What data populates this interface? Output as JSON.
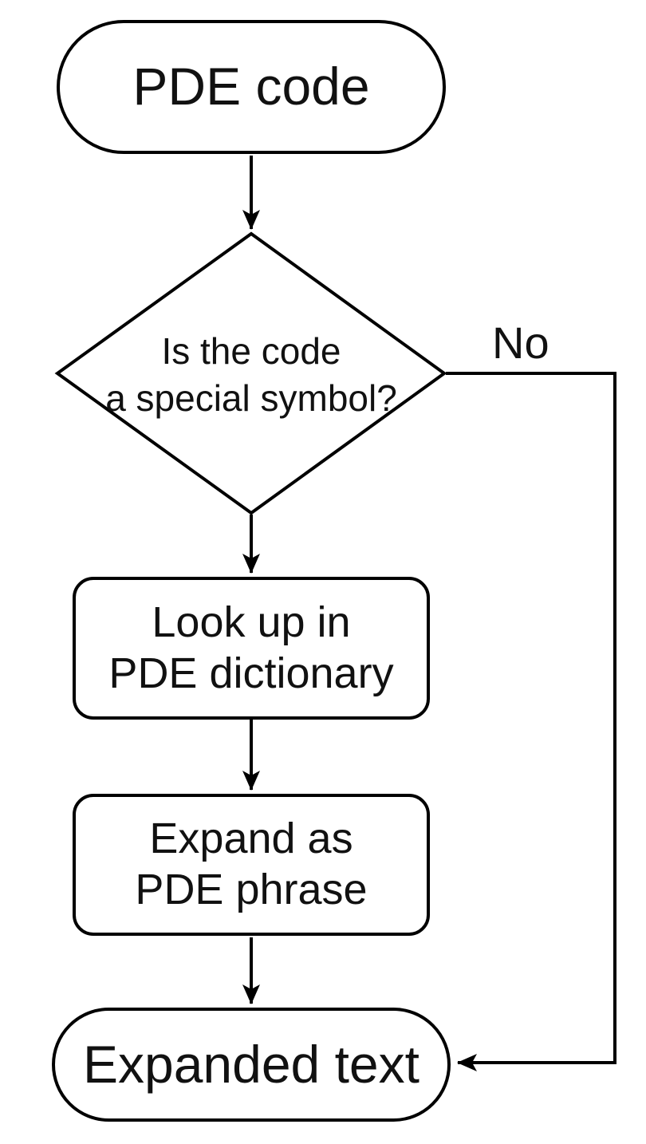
{
  "page": {
    "background_color": "#ffffff",
    "line_color": "#000000",
    "text_color": "#111111"
  },
  "flowchart": {
    "start": {
      "label": "PDE code"
    },
    "decision": {
      "line1": "Is the code",
      "line2": "a special symbol?"
    },
    "no_branch": {
      "label": "No"
    },
    "process_lookup": {
      "line1": "Look up in",
      "line2": "PDE dictionary"
    },
    "process_expand": {
      "line1": "Expand as",
      "line2": "PDE phrase"
    },
    "end": {
      "label": "Expanded text"
    }
  }
}
